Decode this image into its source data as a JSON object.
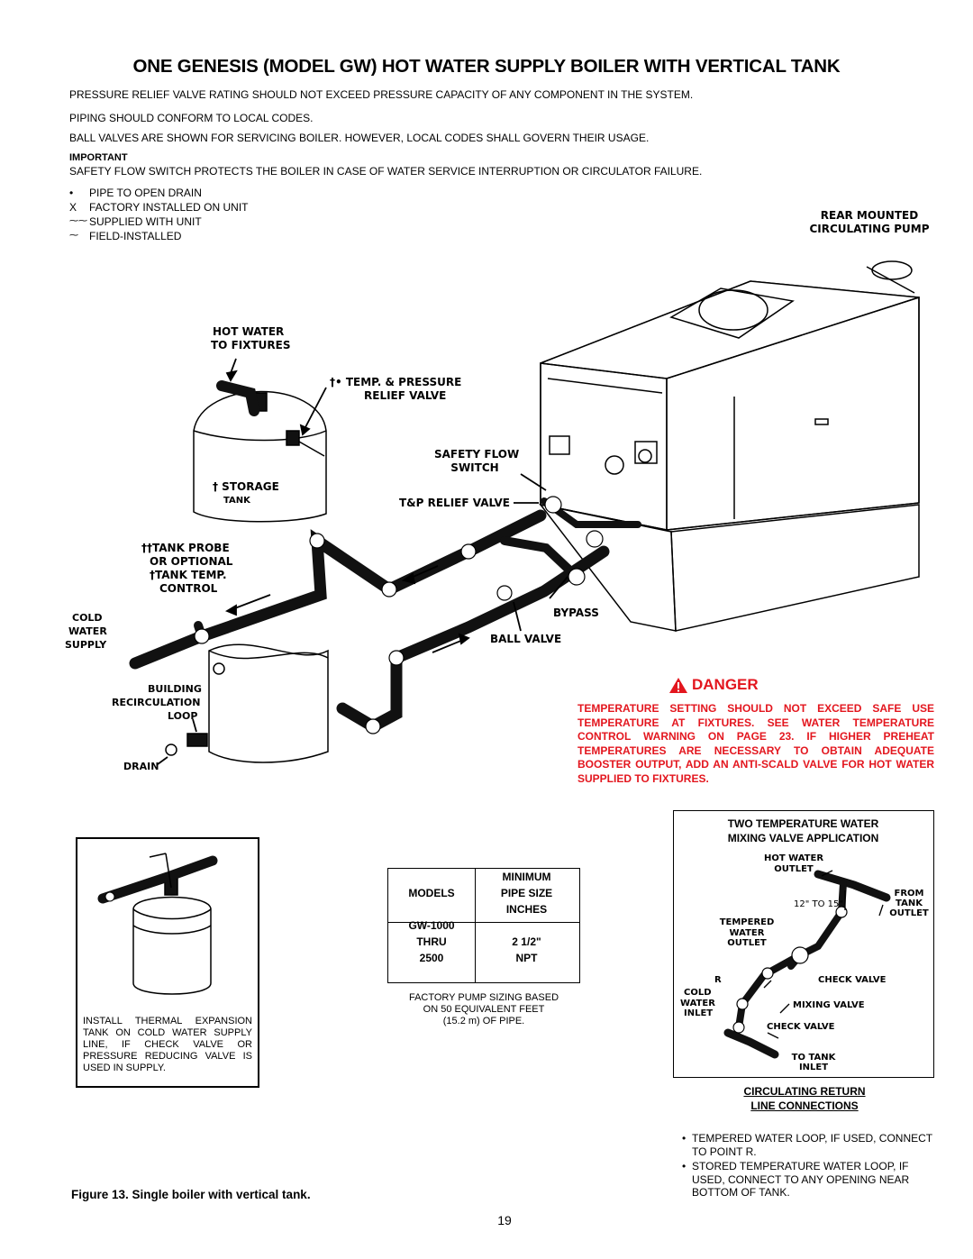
{
  "title": "ONE GENESIS (MODEL GW) HOT WATER SUPPLY BOILER WITH VERTICAL TANK",
  "notes": [
    "PRESSURE RELIEF VALVE RATING SHOULD NOT EXCEED PRESSURE CAPACITY OF ANY COMPONENT IN THE SYSTEM.",
    "PIPING SHOULD CONFORM TO LOCAL CODES.",
    "BALL VALVES ARE SHOWN FOR SERVICING BOILER. HOWEVER, LOCAL CODES SHALL GOVERN THEIR USAGE."
  ],
  "important": {
    "heading": "IMPORTANT",
    "text": "SAFETY FLOW SWITCH PROTECTS THE BOILER IN CASE OF WATER SERVICE INTERRUPTION OR CIRCULATOR FAILURE."
  },
  "legend": [
    {
      "symbol": "•",
      "text": "PIPE TO OPEN DRAIN"
    },
    {
      "symbol": "X",
      "text": "FACTORY INSTALLED ON UNIT"
    },
    {
      "symbol": "⁓⁓",
      "text": "SUPPLIED WITH UNIT"
    },
    {
      "symbol": "⁓",
      "text": "FIELD-INSTALLED"
    }
  ],
  "diagram_labels": {
    "rear_pump": [
      "REAR MOUNTED",
      "CIRCULATING PUMP"
    ],
    "hot_water": [
      "HOT WATER",
      "TO FIXTURES"
    ],
    "temp_pressure": [
      "†• TEMP. & PRESSURE",
      "RELIEF VALVE"
    ],
    "safety_flow": [
      "SAFETY FLOW",
      "SWITCH"
    ],
    "storage_tank": [
      "† STORAGE",
      "TANK"
    ],
    "tp_relief": "T&P RELIEF VALVE",
    "tank_probe": [
      "††TANK PROBE",
      "OR OPTIONAL",
      "†TANK TEMP.",
      "CONTROL"
    ],
    "cold_water": [
      "COLD",
      "WATER",
      "SUPPLY"
    ],
    "bypass": "BYPASS",
    "ball_valve": "BALL VALVE",
    "building_loop": [
      "BUILDING",
      "RECIRCULATION",
      "LOOP"
    ],
    "drain": "DRAIN"
  },
  "danger": {
    "heading": "DANGER",
    "text": "TEMPERATURE SETTING SHOULD NOT EXCEED SAFE USE TEMPERATURE AT FIXTURES. SEE WATER TEMPERATURE CONTROL WARNING ON PAGE 23. IF HIGHER PREHEAT TEMPERATURES ARE NECESSARY TO OBTAIN ADEQUATE BOOSTER OUTPUT, ADD AN ANTI-SCALD VALVE FOR HOT WATER SUPPLIED TO FIXTURES.",
    "color": "#e3161e"
  },
  "expansion_tank": {
    "text": "INSTALL THERMAL EXPANSION TANK ON COLD WATER SUPPLY LINE, IF CHECK VALVE OR PRESSURE REDUCING VALVE IS USED IN SUPPLY."
  },
  "pipe_table": {
    "header_models": "MODELS",
    "header_min": [
      "MINIMUM",
      "PIPE SIZE",
      "INCHES"
    ],
    "models": [
      "GW-1000",
      "THRU",
      "2500"
    ],
    "sizes": [
      "2 1/2\"",
      "NPT"
    ],
    "footnote": [
      "FACTORY PUMP SIZING BASED",
      "ON 50 EQUIVALENT FEET",
      "(15.2 m) OF PIPE."
    ]
  },
  "mixing": {
    "title": [
      "TWO TEMPERATURE WATER",
      "MIXING VALVE APPLICATION"
    ],
    "labels": {
      "hot_outlet": [
        "HOT WATER",
        "OUTLET"
      ],
      "from_tank": [
        "FROM",
        "TANK",
        "OUTLET"
      ],
      "dist": "12\" TO 15\"",
      "tempered": [
        "TEMPERED",
        "WATER",
        "OUTLET"
      ],
      "r": "R",
      "check1": "CHECK VALVE",
      "cold_inlet": [
        "COLD",
        "WATER",
        "INLET"
      ],
      "mixing_valve": "MIXING VALVE",
      "check2": "CHECK VALVE",
      "to_tank": [
        "TO TANK",
        "INLET"
      ]
    }
  },
  "circulating": {
    "heading": [
      "CIRCULATING RETURN",
      "LINE CONNECTIONS"
    ],
    "bullets": [
      "TEMPERED WATER LOOP, IF USED, CONNECT TO POINT R.",
      "STORED TEMPERATURE WATER LOOP, IF USED, CONNECT TO ANY OPENING NEAR BOTTOM OF TANK."
    ]
  },
  "caption": "Figure 13. Single boiler with vertical tank.",
  "page_number": "19"
}
